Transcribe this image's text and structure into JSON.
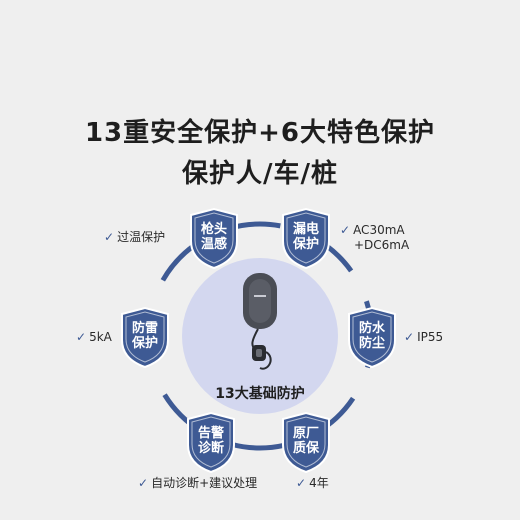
{
  "headline": {
    "line1": "13重安全保护+6大特色保护",
    "line2": "保护人/车/桩"
  },
  "center": {
    "label": "13大基础防护"
  },
  "check_glyph": "✓",
  "colors": {
    "ring": "#3e5a94",
    "shield_fill": "#3e5a94",
    "shield_border": "#ffffff",
    "center_disc": "#d3d7ef",
    "device_body": "#4a4d55"
  },
  "shields": [
    {
      "name": "gun-head-temperature",
      "text": "枪头\n温感"
    },
    {
      "name": "leakage-protection",
      "text": "漏电\n保护"
    },
    {
      "name": "waterproof-dustproof",
      "text": "防水\n防尘"
    },
    {
      "name": "factory-warranty",
      "text": "原厂\n质保"
    },
    {
      "name": "alarm-diagnosis",
      "text": "告警\n诊断"
    },
    {
      "name": "lightning-protection",
      "text": "防雷\n保护"
    }
  ],
  "notes": {
    "overheat": "过温保护",
    "leakage_line1": "AC30mA",
    "leakage_line2": "+DC6mA",
    "ip": "IP55",
    "warranty": "4年",
    "diagnosis": "自动诊断+建议处理",
    "surge": "5kA"
  }
}
